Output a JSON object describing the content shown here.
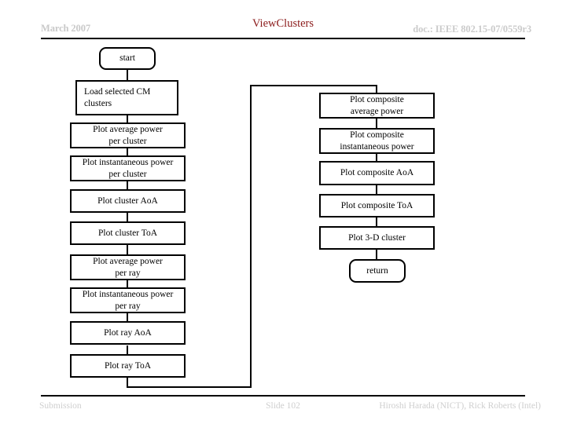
{
  "header": {
    "date": "March 2007",
    "title": "ViewClusters",
    "doc": "doc.: IEEE 802.15-07/0559r3",
    "title_color": "#8b1a1a",
    "muted_color": "#cccccc"
  },
  "footer": {
    "left": "Submission",
    "center": "Slide 102",
    "right": "Hiroshi Harada (NICT), Rick Roberts (Intel)"
  },
  "diagram": {
    "type": "flowchart",
    "orientation": "two-column-vertical",
    "left_column": [
      {
        "id": "start",
        "label": "start",
        "shape": "rounded-rect"
      },
      {
        "id": "load-clusters",
        "label": "Load selected CM\nclusters",
        "shape": "rect"
      },
      {
        "id": "avg-pwr-cluster",
        "label": "Plot average power\nper cluster",
        "shape": "rect"
      },
      {
        "id": "inst-pwr-cluster",
        "label": "Plot instantaneous power\nper cluster",
        "shape": "rect"
      },
      {
        "id": "cluster-aoa",
        "label": "Plot cluster AoA",
        "shape": "rect"
      },
      {
        "id": "cluster-toa",
        "label": "Plot cluster ToA",
        "shape": "rect"
      },
      {
        "id": "avg-pwr-ray",
        "label": "Plot average power\nper ray",
        "shape": "rect"
      },
      {
        "id": "inst-pwr-ray",
        "label": "Plot instantaneous power\nper ray",
        "shape": "rect"
      },
      {
        "id": "ray-aoa",
        "label": "Plot ray AoA",
        "shape": "rect"
      },
      {
        "id": "ray-toa",
        "label": "Plot ray ToA",
        "shape": "rect"
      }
    ],
    "right_column": [
      {
        "id": "comp-avg-pwr",
        "label": "Plot composite\naverage power",
        "shape": "rect"
      },
      {
        "id": "comp-inst-pwr",
        "label": "Plot composite\ninstantaneous power",
        "shape": "rect"
      },
      {
        "id": "comp-aoa",
        "label": "Plot composite AoA",
        "shape": "rect"
      },
      {
        "id": "comp-toa",
        "label": "Plot composite ToA",
        "shape": "rect"
      },
      {
        "id": "plot-3d",
        "label": "Plot 3-D cluster",
        "shape": "rect"
      },
      {
        "id": "return",
        "label": "return",
        "shape": "rounded-rect"
      }
    ]
  }
}
